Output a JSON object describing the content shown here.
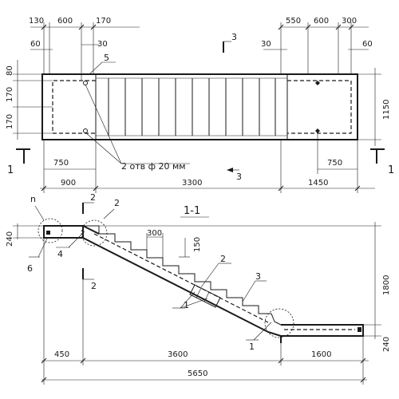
{
  "plan": {
    "top_dims_left": [
      "130",
      "600",
      "170",
      "60",
      "30"
    ],
    "top_dims_right": [
      "550",
      "600",
      "300",
      "30",
      "60"
    ],
    "left_dims": [
      "80",
      "170",
      "170"
    ],
    "right_dim_height": "1150",
    "lower_dims_left": "750",
    "lower_dims_right": "750",
    "overall_dims": [
      "900",
      "3300",
      "1450"
    ],
    "callout_5": "5",
    "callout_3": "3",
    "section_mark": "1",
    "hole_note": "2 отв ф 20 мм"
  },
  "section": {
    "title": "1-1",
    "node_n": "n",
    "cut_2": "2",
    "dim_240_left": "240",
    "dim_240_right": "240",
    "dim_1800": "1800",
    "step_width": "300",
    "step_height": "150",
    "callouts": [
      "6",
      "4",
      "2",
      "3",
      "1",
      "1"
    ],
    "bottom_dims": [
      "450",
      "3600",
      "1600"
    ],
    "overall_length": "5650"
  }
}
